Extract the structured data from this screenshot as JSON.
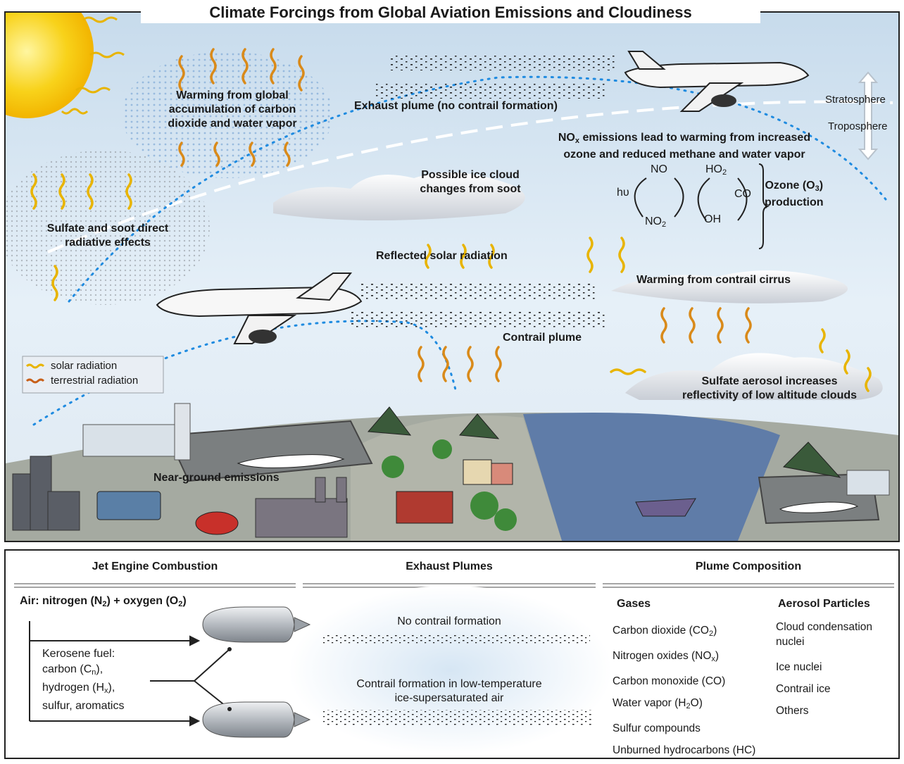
{
  "title": "Climate Forcings from Global Aviation Emissions and Cloudiness",
  "top": {
    "warming_global": "Warming from global accumulation of carbon dioxide and water vapor",
    "exhaust_plume": "Exhaust plume (no contrail formation)",
    "stratosphere": "Stratosphere",
    "troposphere": "Troposphere",
    "nox_line1": "NO",
    "nox_line1_sub": "x",
    "nox_line1_rest": " emissions lead to warming from increased",
    "nox_line2": "ozone and reduced methane and water vapor",
    "chem": {
      "hv": "hυ",
      "no": "NO",
      "no2": "NO",
      "no2_sub": "2",
      "ho2": "HO",
      "ho2_sub": "2",
      "co": "CO",
      "oh": "OH",
      "ozone": "Ozone (O",
      "ozone_sub": "3",
      "ozone_end": ")",
      "production": "production"
    },
    "ice_cloud": "Possible ice cloud changes from soot",
    "sulfate_soot": "Sulfate and soot direct radiative effects",
    "reflected": "Reflected solar radiation",
    "contrail_cirrus": "Warming from contrail cirrus",
    "contrail_plume": "Contrail plume",
    "sulfate_aerosol_1": "Sulfate aerosol increases",
    "sulfate_aerosol_2": "reflectivity of low altitude clouds",
    "near_ground": "Near-ground emissions",
    "legend": {
      "solar": "solar radiation",
      "terrestrial": "terrestrial radiation"
    }
  },
  "bottom": {
    "col1_header": "Jet Engine Combustion",
    "col2_header": "Exhaust Plumes",
    "col3_header": "Plume Composition",
    "air_label": "Air: nitrogen (N",
    "air_sub1": "2",
    "air_mid": ") + oxygen (O",
    "air_sub2": "2",
    "air_end": ")",
    "fuel": {
      "line1": "Kerosene fuel:",
      "line2a": "carbon (C",
      "line2s": "n",
      "line2b": "),",
      "line3a": "hydrogen (H",
      "line3s": "x",
      "line3b": "),",
      "line4": "sulfur, aromatics"
    },
    "no_contrail": "No contrail formation",
    "contrail_form_1": "Contrail formation in low-temperature",
    "contrail_form_2": "ice-supersaturated air",
    "gases_header": "Gases",
    "aerosol_header": "Aerosol Particles",
    "gases": [
      {
        "a": "Carbon dioxide (CO",
        "s": "2",
        "b": ")"
      },
      {
        "a": "Nitrogen oxides (NO",
        "s": "x",
        "b": ")"
      },
      {
        "a": "Carbon monoxide (CO)",
        "s": "",
        "b": ""
      },
      {
        "a": "Water vapor (H",
        "s": "2",
        "b": "O)"
      },
      {
        "a": "Sulfur compounds",
        "s": "",
        "b": ""
      },
      {
        "a": "Unburned hydrocarbons (HC)",
        "s": "",
        "b": ""
      }
    ],
    "aerosols": [
      "Cloud condensation",
      "nuclei",
      "Ice nuclei",
      "Contrail ice",
      "Others"
    ]
  },
  "colors": {
    "sky_top": "#c9dcec",
    "sky_bottom": "#eaf2f9",
    "sun": "#f6c40f",
    "solar_ray": "#e8b400",
    "terrestrial_ray": "#c8601a",
    "dotted_path": "#1f8be0",
    "ground": "#9ea39a",
    "water": "#5e7ba6"
  }
}
